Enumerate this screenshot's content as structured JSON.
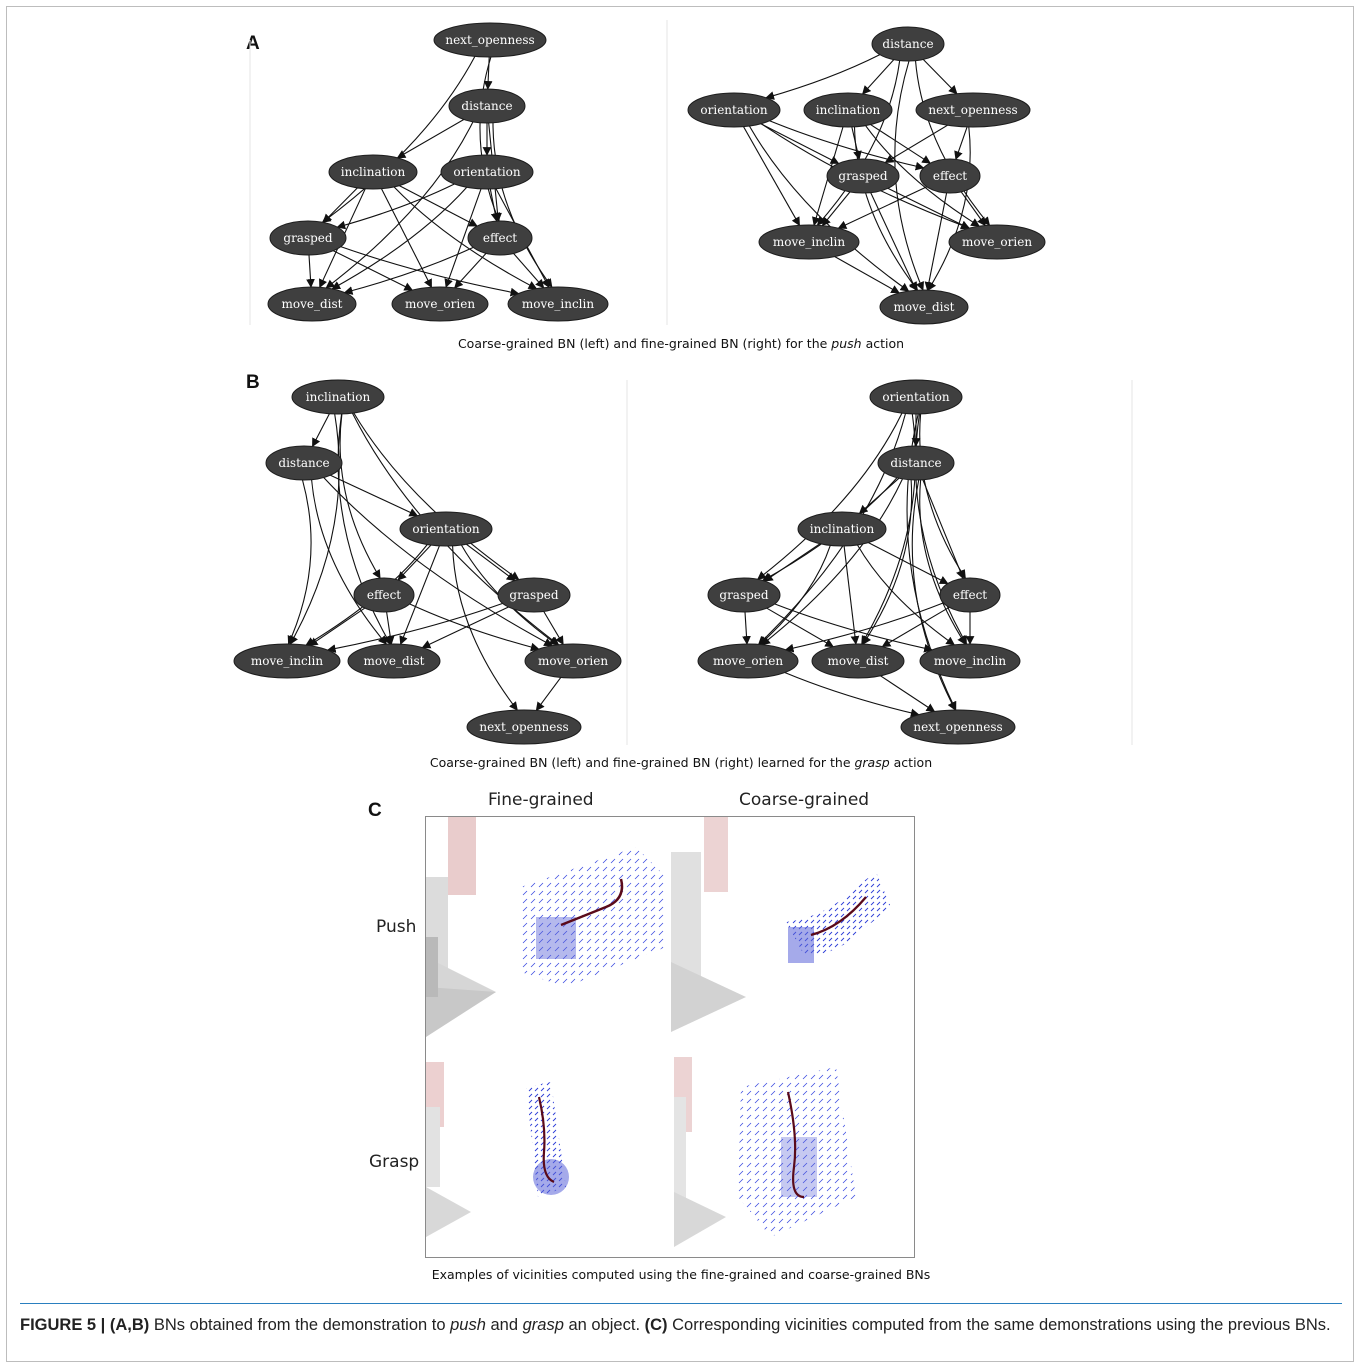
{
  "panels": {
    "a_letter": "A",
    "b_letter": "B",
    "c_letter": "C"
  },
  "captions": {
    "a_pre": "Coarse-grained BN (left) and fine-grained BN (right) for the ",
    "a_em": "push",
    "a_post": " action",
    "b_pre": "Coarse-grained BN (left) and fine-grained BN (right) learned for the ",
    "b_em": "grasp",
    "b_post": " action",
    "c": "Examples of vicinities computed using the fine-grained and coarse-grained BNs"
  },
  "panel_c": {
    "col_fine": "Fine-grained",
    "col_coarse": "Coarse-grained",
    "row_push": "Push",
    "row_grasp": "Grasp"
  },
  "figure_caption": {
    "label": "FIGURE 5 | ",
    "ab": "(A,B)",
    "t1": " BNs obtained from the demonstration to ",
    "push": "push",
    "t2": " and ",
    "grasp": "grasp",
    "t3": " an object. ",
    "c": "(C)",
    "t4": " Corresponding vicinities computed from the same demonstrations using the previous BNs."
  },
  "graphs": [
    {
      "id": "a-left",
      "nodes": [
        {
          "id": "next_openness",
          "label": "next_openness"
        },
        {
          "id": "distance",
          "label": "distance"
        },
        {
          "id": "inclination",
          "label": "inclination"
        },
        {
          "id": "orientation",
          "label": "orientation"
        },
        {
          "id": "grasped",
          "label": "grasped"
        },
        {
          "id": "effect",
          "label": "effect"
        },
        {
          "id": "move_dist",
          "label": "move_dist"
        },
        {
          "id": "move_orien",
          "label": "move_orien"
        },
        {
          "id": "move_inclin",
          "label": "move_inclin"
        }
      ],
      "edges": [
        [
          "next_openness",
          "distance"
        ],
        [
          "next_openness",
          "grasped"
        ],
        [
          "next_openness",
          "effect"
        ],
        [
          "distance",
          "inclination"
        ],
        [
          "distance",
          "orientation"
        ],
        [
          "distance",
          "move_dist"
        ],
        [
          "distance",
          "move_inclin"
        ],
        [
          "distance",
          "effect"
        ],
        [
          "inclination",
          "grasped"
        ],
        [
          "inclination",
          "effect"
        ],
        [
          "inclination",
          "move_orien"
        ],
        [
          "inclination",
          "move_inclin"
        ],
        [
          "inclination",
          "move_dist"
        ],
        [
          "orientation",
          "grasped"
        ],
        [
          "orientation",
          "effect"
        ],
        [
          "orientation",
          "move_dist"
        ],
        [
          "orientation",
          "move_orien"
        ],
        [
          "orientation",
          "move_inclin"
        ],
        [
          "grasped",
          "move_dist"
        ],
        [
          "grasped",
          "move_orien"
        ],
        [
          "grasped",
          "move_inclin"
        ],
        [
          "effect",
          "move_dist"
        ],
        [
          "effect",
          "move_orien"
        ],
        [
          "effect",
          "move_inclin"
        ]
      ]
    },
    {
      "id": "a-right",
      "nodes": [
        {
          "id": "distance",
          "label": "distance"
        },
        {
          "id": "orientation",
          "label": "orientation"
        },
        {
          "id": "inclination",
          "label": "inclination"
        },
        {
          "id": "next_openness",
          "label": "next_openness"
        },
        {
          "id": "grasped",
          "label": "grasped"
        },
        {
          "id": "effect",
          "label": "effect"
        },
        {
          "id": "move_inclin",
          "label": "move_inclin"
        },
        {
          "id": "move_orien",
          "label": "move_orien"
        },
        {
          "id": "move_dist",
          "label": "move_dist"
        }
      ],
      "edges": [
        [
          "distance",
          "orientation"
        ],
        [
          "distance",
          "inclination"
        ],
        [
          "distance",
          "next_openness"
        ],
        [
          "distance",
          "move_inclin"
        ],
        [
          "distance",
          "move_orien"
        ],
        [
          "distance",
          "move_dist"
        ],
        [
          "orientation",
          "grasped"
        ],
        [
          "orientation",
          "effect"
        ],
        [
          "orientation",
          "move_inclin"
        ],
        [
          "orientation",
          "move_orien"
        ],
        [
          "orientation",
          "move_dist"
        ],
        [
          "inclination",
          "grasped"
        ],
        [
          "inclination",
          "effect"
        ],
        [
          "inclination",
          "move_inclin"
        ],
        [
          "inclination",
          "move_orien"
        ],
        [
          "inclination",
          "move_dist"
        ],
        [
          "next_openness",
          "grasped"
        ],
        [
          "next_openness",
          "effect"
        ],
        [
          "next_openness",
          "move_dist"
        ],
        [
          "grasped",
          "move_inclin"
        ],
        [
          "grasped",
          "move_orien"
        ],
        [
          "grasped",
          "move_dist"
        ],
        [
          "effect",
          "move_inclin"
        ],
        [
          "effect",
          "move_orien"
        ],
        [
          "effect",
          "move_dist"
        ],
        [
          "move_inclin",
          "move_dist"
        ]
      ]
    },
    {
      "id": "b-left",
      "nodes": [
        {
          "id": "inclination",
          "label": "inclination"
        },
        {
          "id": "distance",
          "label": "distance"
        },
        {
          "id": "orientation",
          "label": "orientation"
        },
        {
          "id": "effect",
          "label": "effect"
        },
        {
          "id": "grasped",
          "label": "grasped"
        },
        {
          "id": "move_inclin",
          "label": "move_inclin"
        },
        {
          "id": "move_dist",
          "label": "move_dist"
        },
        {
          "id": "move_orien",
          "label": "move_orien"
        },
        {
          "id": "next_openness",
          "label": "next_openness"
        }
      ],
      "edges": [
        [
          "inclination",
          "distance"
        ],
        [
          "inclination",
          "effect"
        ],
        [
          "inclination",
          "grasped"
        ],
        [
          "inclination",
          "move_inclin"
        ],
        [
          "inclination",
          "move_dist"
        ],
        [
          "inclination",
          "move_orien"
        ],
        [
          "distance",
          "orientation"
        ],
        [
          "distance",
          "move_inclin"
        ],
        [
          "distance",
          "move_dist"
        ],
        [
          "distance",
          "move_orien"
        ],
        [
          "orientation",
          "effect"
        ],
        [
          "orientation",
          "grasped"
        ],
        [
          "orientation",
          "move_inclin"
        ],
        [
          "orientation",
          "move_dist"
        ],
        [
          "orientation",
          "move_orien"
        ],
        [
          "orientation",
          "next_openness"
        ],
        [
          "effect",
          "move_inclin"
        ],
        [
          "effect",
          "move_dist"
        ],
        [
          "effect",
          "move_orien"
        ],
        [
          "grasped",
          "move_inclin"
        ],
        [
          "grasped",
          "move_dist"
        ],
        [
          "grasped",
          "move_orien"
        ],
        [
          "move_orien",
          "next_openness"
        ]
      ]
    },
    {
      "id": "b-right",
      "nodes": [
        {
          "id": "orientation",
          "label": "orientation"
        },
        {
          "id": "distance",
          "label": "distance"
        },
        {
          "id": "inclination",
          "label": "inclination"
        },
        {
          "id": "grasped",
          "label": "grasped"
        },
        {
          "id": "effect",
          "label": "effect"
        },
        {
          "id": "move_orien",
          "label": "move_orien"
        },
        {
          "id": "move_dist",
          "label": "move_dist"
        },
        {
          "id": "move_inclin",
          "label": "move_inclin"
        },
        {
          "id": "next_openness",
          "label": "next_openness"
        }
      ],
      "edges": [
        [
          "orientation",
          "distance"
        ],
        [
          "orientation",
          "grasped"
        ],
        [
          "orientation",
          "effect"
        ],
        [
          "orientation",
          "move_orien"
        ],
        [
          "orientation",
          "move_dist"
        ],
        [
          "orientation",
          "move_inclin"
        ],
        [
          "orientation",
          "next_openness"
        ],
        [
          "distance",
          "inclination"
        ],
        [
          "distance",
          "grasped"
        ],
        [
          "distance",
          "effect"
        ],
        [
          "distance",
          "move_orien"
        ],
        [
          "distance",
          "move_dist"
        ],
        [
          "distance",
          "move_inclin"
        ],
        [
          "distance",
          "next_openness"
        ],
        [
          "inclination",
          "grasped"
        ],
        [
          "inclination",
          "effect"
        ],
        [
          "inclination",
          "move_orien"
        ],
        [
          "inclination",
          "move_dist"
        ],
        [
          "inclination",
          "move_inclin"
        ],
        [
          "grasped",
          "move_orien"
        ],
        [
          "grasped",
          "move_dist"
        ],
        [
          "grasped",
          "move_inclin"
        ],
        [
          "effect",
          "move_orien"
        ],
        [
          "effect",
          "move_dist"
        ],
        [
          "effect",
          "move_inclin"
        ],
        [
          "move_orien",
          "next_openness"
        ],
        [
          "move_dist",
          "next_openness"
        ]
      ]
    }
  ]
}
